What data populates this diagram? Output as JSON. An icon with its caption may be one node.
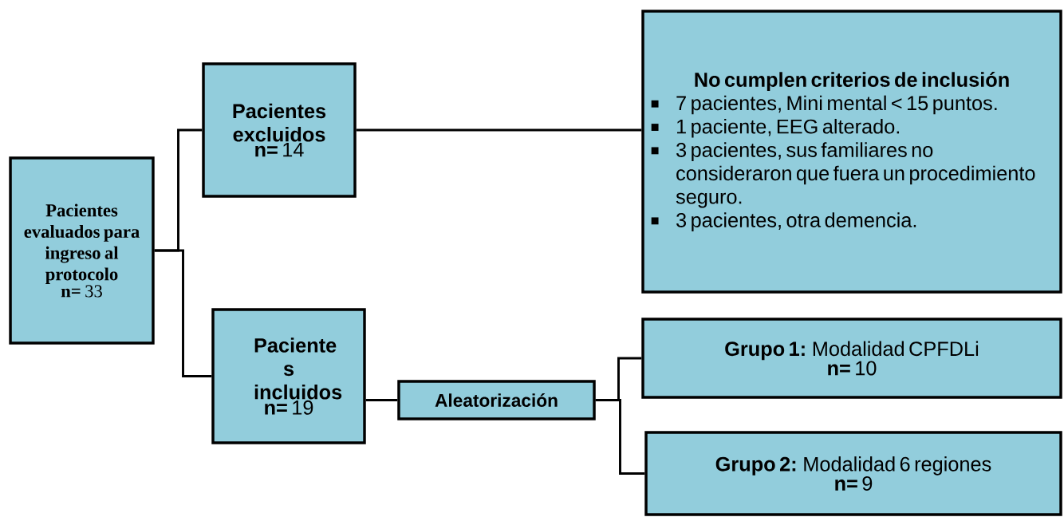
{
  "diagram": {
    "nodes": [
      {
        "text": [
          "Pacientes evaluados para ingreso al protocolo",
          "**n=** 33"
        ]
      },
      {
        "text": [
          "Pacientes excluidos",
          "**n=** 14"
        ]
      },
      {
        "text": [
          "No cumplen criterios de inclusión",
          "7 pacientes, Mini mental < 15 puntos.",
          "1 paciente, EEG alterado.",
          "3 pacientes, sus familiares no consideraron que fuera un procedimiento seguro.",
          "3 pacientes, otra demencia."
        ]
      },
      {
        "text": [
          "Paciente s incluidos",
          "**n=** 19"
        ]
      },
      {
        "text": [
          "Aleatorización"
        ]
      },
      {
        "text": [
          "**Grupo 1:** Modalidad CPFDLi",
          "**n=** 10"
        ]
      },
      {
        "text": [
          "**Grupo 2:** Modalidad 6 regiones",
          "**n=** 9"
        ]
      }
    ],
    "edges": [
      {
        "from": 0,
        "to": 1,
        "arrow": "none"
      },
      {
        "from": 0,
        "to": 3,
        "arrow": "none"
      },
      {
        "from": 1,
        "to": 2,
        "arrow": "none"
      },
      {
        "from": 3,
        "to": 4,
        "arrow": "none"
      },
      {
        "from": 4,
        "to": 5,
        "arrow": "none"
      },
      {
        "from": 4,
        "to": 6,
        "arrow": "none"
      }
    ]
  }
}
